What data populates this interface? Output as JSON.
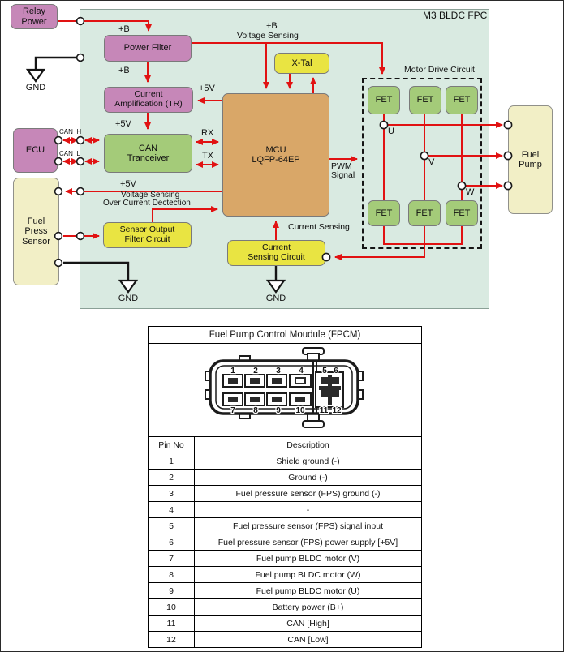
{
  "diagram": {
    "module_label": "M3 BLDC FPC",
    "blocks": {
      "relay_power": "Relay\nPower",
      "power_filter": "Power Filter",
      "current_amplification": "Current\nAmplification (TR)",
      "can_tranceiver": "CAN\nTranceiver",
      "ecu": "ECU",
      "fuel_press_sensor": "Fuel\nPress\nSensor",
      "mcu": "MCU\nLQFP-64EP",
      "x_tal": "X-Tal",
      "fet": "FET",
      "fuel_pump": "Fuel\nPump",
      "sensor_output_filter": "Sensor Output\nFilter Circuit",
      "current_sensing_circuit": "Current\nSensing Circuit"
    },
    "labels": {
      "plus_b": "+B",
      "plus_5v": "+5V",
      "voltage_sensing": "Voltage Sensing",
      "over_current": "Over Current Dectection",
      "rx": "RX",
      "tx": "TX",
      "can_h": "CAN_H",
      "can_l": "CAN_L",
      "pwm": "PWM\nSignal",
      "current_sensing": "Current Sensing",
      "motor_drive_circuit": "Motor Drive Circuit",
      "phase_u": "U",
      "phase_v": "V",
      "phase_w": "W",
      "gnd": "GND"
    }
  },
  "table": {
    "title": "Fuel Pump Control Moudule (FPCM)",
    "columns": [
      "Pin No",
      "Description"
    ],
    "connector_numbers": [
      "1",
      "2",
      "3",
      "4",
      "5",
      "6",
      "7",
      "8",
      "9",
      "10",
      "11",
      "12"
    ],
    "pins": [
      {
        "no": "1",
        "description": "Shield ground (-)"
      },
      {
        "no": "2",
        "description": "Ground (-)"
      },
      {
        "no": "3",
        "description": "Fuel pressure sensor (FPS) ground (-)"
      },
      {
        "no": "4",
        "description": "-"
      },
      {
        "no": "5",
        "description": "Fuel pressure sensor (FPS) signal input"
      },
      {
        "no": "6",
        "description": "Fuel pressure sensor (FPS) power supply [+5V]"
      },
      {
        "no": "7",
        "description": "Fuel pump BLDC motor (V)"
      },
      {
        "no": "8",
        "description": "Fuel pump BLDC motor (W)"
      },
      {
        "no": "9",
        "description": "Fuel pump BLDC motor (U)"
      },
      {
        "no": "10",
        "description": "Battery power (B+)"
      },
      {
        "no": "11",
        "description": "CAN [High]"
      },
      {
        "no": "12",
        "description": "CAN [Low]"
      }
    ]
  },
  "colors": {
    "diagram_bg": "#d9eae1",
    "block_pink": "#c687b8",
    "block_green": "#a4cb79",
    "block_yellow": "#e9e442",
    "block_tan": "#d9a768",
    "block_cream": "#f2efc6",
    "wire_red": "#e11212",
    "wire_black": "#151515"
  }
}
